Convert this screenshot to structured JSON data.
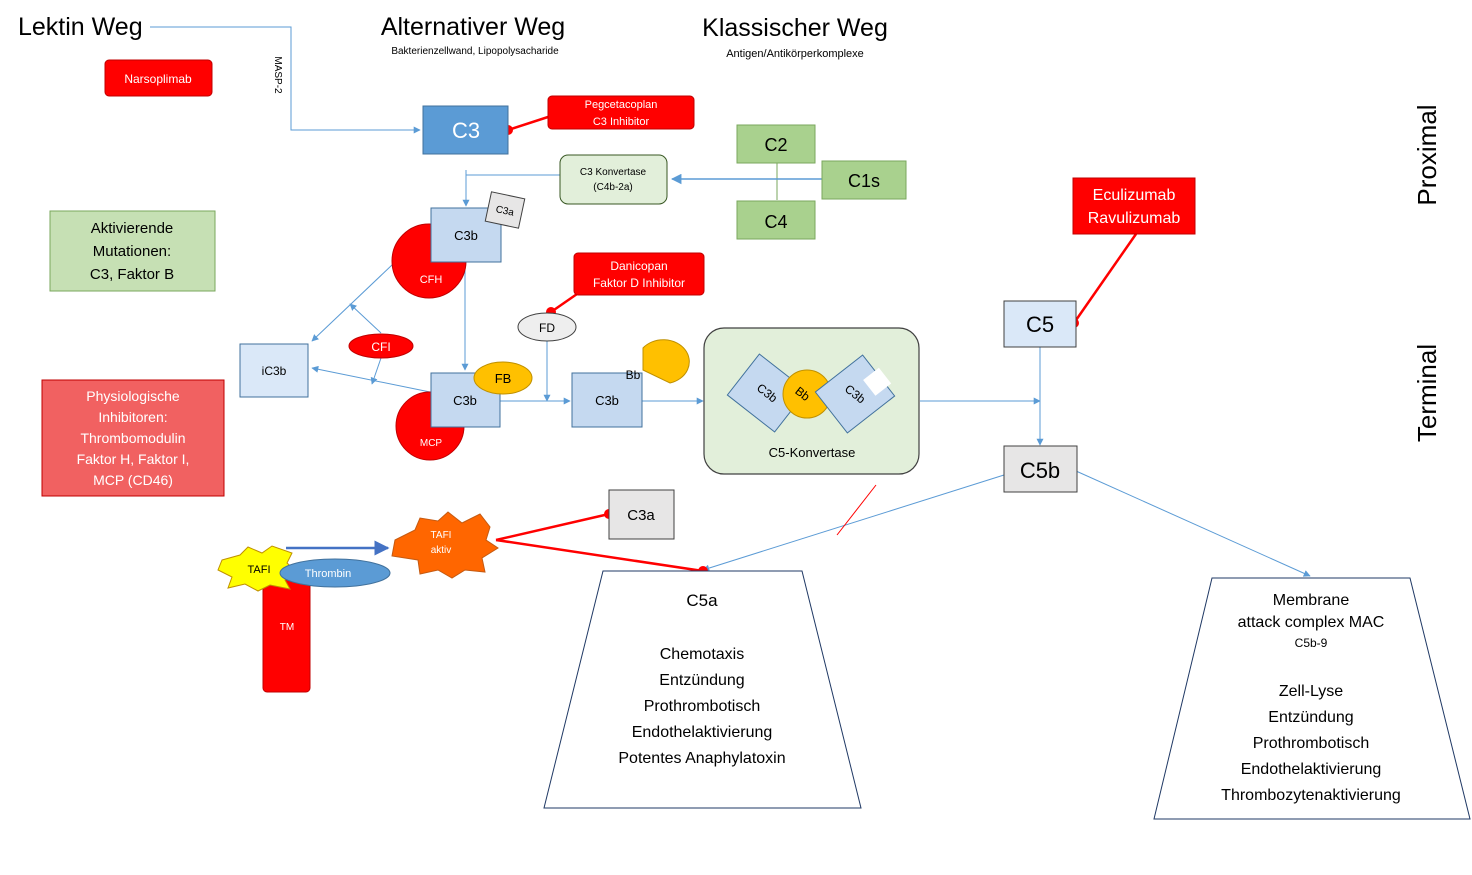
{
  "headers": {
    "lektin": "Lektin Weg",
    "alternativ": "Alternativer Weg",
    "alternativ_sub": "Bakterienzellwand, Lipopolysacharide",
    "klassisch": "Klassischer Weg",
    "klassisch_sub": "Antigen/Antikörperkomplexe"
  },
  "side_labels": {
    "proximal": "Proximal",
    "terminal": "Terminal"
  },
  "masp_label": "MASP-2",
  "drugs": {
    "narsoplimab": "Narsoplimab",
    "pegcetacoplan_1": "Pegcetacoplan",
    "pegcetacoplan_2": "C3 Inhibitor",
    "danicopan_1": "Danicopan",
    "danicopan_2": "Faktor D Inhibitor",
    "ecu_1": "Eculizumab",
    "ecu_2": "Ravulizumab"
  },
  "nodes": {
    "c3": "C3",
    "c2": "C2",
    "c1s": "C1s",
    "c4": "C4",
    "c3konv_1": "C3 Konvertase",
    "c3konv_2": "(C4b-2a)",
    "c3b": "C3b",
    "c3a": "C3a",
    "cfh": "CFH",
    "cfi": "CFI",
    "ic3b": "iC3b",
    "mcp": "MCP",
    "fb": "FB",
    "fd": "FD",
    "bb": "Bb",
    "c5konv": "C5-Konvertase",
    "c5": "C5",
    "c5b": "C5b",
    "c3a_big": "C3a",
    "tafi": "TAFI",
    "tafi_aktiv_1": "TAFI",
    "tafi_aktiv_2": "aktiv",
    "thrombin": "Thrombin",
    "tm": "TM"
  },
  "boxes": {
    "mutationen": [
      "Aktivierende",
      "Mutationen:",
      "C3, Faktor B"
    ],
    "inhibitoren": [
      "Physiologische",
      "Inhibitoren:",
      "Thrombomodulin",
      "Faktor H, Faktor I,",
      "MCP (CD46)"
    ]
  },
  "c5a_box": {
    "title": "C5a",
    "items": [
      "Chemotaxis",
      "Entzündung",
      "Prothrombotisch",
      "Endothelaktivierung",
      "Potentes Anaphylatoxin"
    ]
  },
  "mac_box": {
    "title_1": "Membrane",
    "title_2": "attack complex MAC",
    "title_3": "C5b-9",
    "items": [
      "Zell-Lyse",
      "Entzündung",
      "Prothrombotisch",
      "Endothelaktivierung",
      "Thrombozytenaktivierung"
    ]
  },
  "colors": {
    "drug_red": "#ff0000",
    "inhibitor_red": "#f16161",
    "c3_blue": "#5b9bd5",
    "light_blue": "#c5d9f0",
    "green": "#a9d18e",
    "light_green": "#c6e0b4",
    "amber": "#ffc000",
    "orange": "#ff6600",
    "yellow": "#ffff00",
    "arrow_blue": "#5b9bd5"
  }
}
